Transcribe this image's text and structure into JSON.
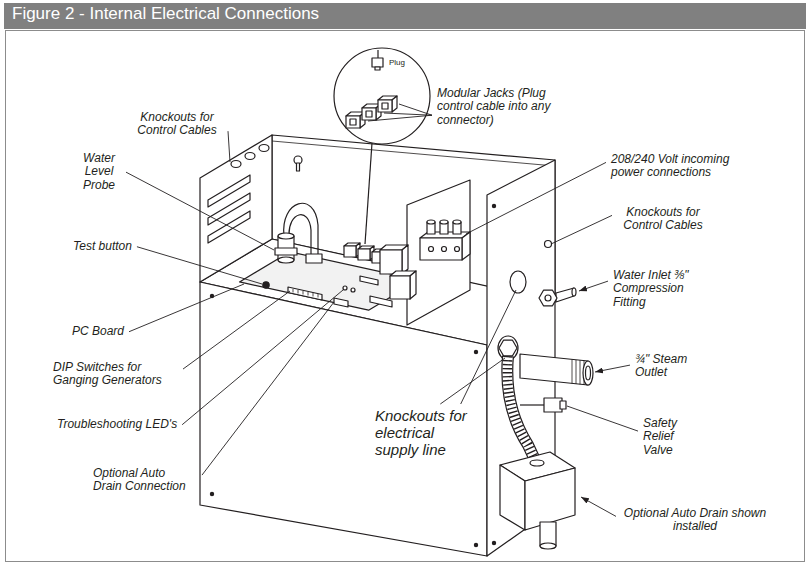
{
  "diagram": {
    "title": "Figure 2 - Internal Electrical Connections",
    "labels": [
      "Knockouts for Control Cables",
      "Water Level Probe",
      "Test button",
      "PC Board",
      "DIP Switches for Ganging Generators",
      "Troubleshooting LED's",
      "Optional Auto Drain Connection",
      "Plug",
      "Modular Jacks (Plug control cable into any connector)",
      "208/240 Volt incoming power connections",
      "Knockouts for Control Cables",
      "Water Inlet ⅜\" Compression Fitting",
      "¾\" Steam Outlet",
      "Safety Relief Valve",
      "Optional Auto Drain shown installed",
      "Knockouts for electrical supply line"
    ]
  }
}
